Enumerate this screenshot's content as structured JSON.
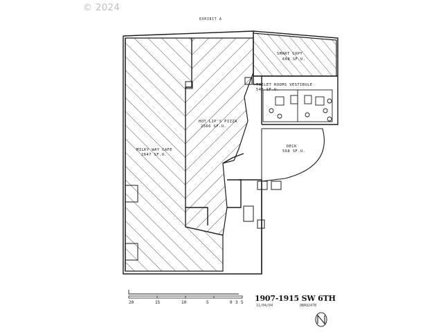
{
  "watermark": {
    "copyright": "© 2024"
  },
  "plan": {
    "exhibit_label": "EXHIBIT A",
    "rooms": [
      {
        "id": "smart-copy",
        "name": "SMART COPY",
        "area": "668 SF.U."
      },
      {
        "id": "toilet-rooms",
        "name": "TOILET ROOMS VESTIBULE",
        "area": "548 SF.U."
      },
      {
        "id": "hot-lips",
        "name": "HOT LIP'S PIZZA",
        "area": "2566 SF.U."
      },
      {
        "id": "milky-way",
        "name": "MILKY WAY CAFE",
        "area": "2647 SF.U."
      },
      {
        "id": "deck",
        "name": "DECK",
        "area": "568 SF.U."
      }
    ]
  },
  "scale_bar": {
    "ticks": [
      "20",
      "15",
      "10",
      "5",
      "0",
      "3",
      "5"
    ]
  },
  "title_block": {
    "address": "1907-1915 SW 6TH",
    "date": "11/04/04",
    "code": "OBA9247B"
  },
  "colors": {
    "line": "#1a1a1a",
    "hatch": "#3a3a3a",
    "watermark": "#bdbdbd"
  },
  "icons": {
    "north_arrow": "north-arrow-icon"
  }
}
